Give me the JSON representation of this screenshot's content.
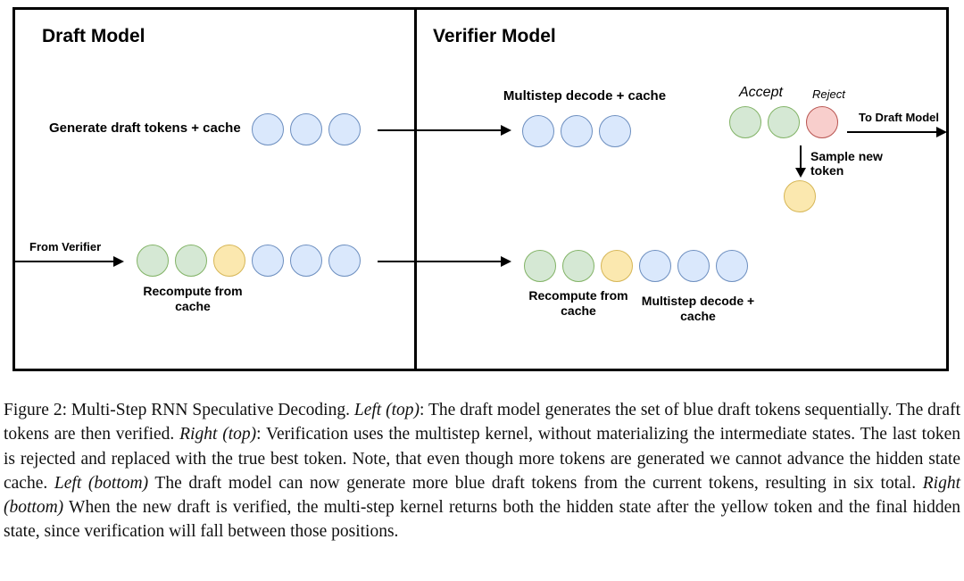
{
  "panels": {
    "draft": {
      "title": "Draft Model",
      "generate_label": "Generate draft tokens + cache",
      "from_verifier_label": "From Verifier",
      "recompute_label": "Recompute from\ncache"
    },
    "verifier": {
      "title": "Verifier Model",
      "multistep_top_label": "Multistep decode + cache",
      "accept_label": "Accept",
      "reject_label": "Reject",
      "to_draft_label": "To Draft Model",
      "sample_new_label": "Sample new\ntoken",
      "recompute_label": "Recompute from\ncache",
      "multistep_bottom_label": "Multistep decode +\ncache"
    }
  },
  "tokens": {
    "palette": {
      "blue": {
        "fill": "#dae8fc",
        "stroke": "#6c8ebf"
      },
      "green": {
        "fill": "#d5e8d4",
        "stroke": "#82b366"
      },
      "yellow": {
        "fill": "#fbe8af",
        "stroke": "#d6b656"
      },
      "red": {
        "fill": "#f8cecc",
        "stroke": "#b85450"
      }
    },
    "draft_top": [
      "blue",
      "blue",
      "blue"
    ],
    "verifier_top": [
      "blue",
      "blue",
      "blue"
    ],
    "accept_reject": [
      "green",
      "green",
      "red"
    ],
    "sampled": [
      "yellow"
    ],
    "draft_bottom": [
      "green",
      "green",
      "yellow",
      "blue",
      "blue",
      "blue"
    ],
    "verifier_bottom": [
      "green",
      "green",
      "yellow",
      "blue",
      "blue",
      "blue"
    ]
  },
  "caption": {
    "segments": [
      {
        "text": "Figure 2: Multi-Step RNN Speculative Decoding. ",
        "italic": false
      },
      {
        "text": "Left (top)",
        "italic": true
      },
      {
        "text": ": The draft model generates the set of blue draft tokens sequentially. The draft tokens are then verified. ",
        "italic": false
      },
      {
        "text": "Right (top)",
        "italic": true
      },
      {
        "text": ": Verification uses the multistep kernel, without materializing the intermediate states. The last token is rejected and replaced with the true best token. Note, that even though more tokens are generated we cannot advance the hidden state cache. ",
        "italic": false
      },
      {
        "text": "Left (bottom)",
        "italic": true
      },
      {
        "text": " The draft model can now generate more blue draft tokens from the current tokens, resulting in six total. ",
        "italic": false
      },
      {
        "text": "Right (bottom)",
        "italic": true
      },
      {
        "text": " When the new draft is verified, the multi-step kernel returns both the hidden state after the yellow token and the final hidden state, since verification will fall between those positions.",
        "italic": false
      }
    ]
  }
}
